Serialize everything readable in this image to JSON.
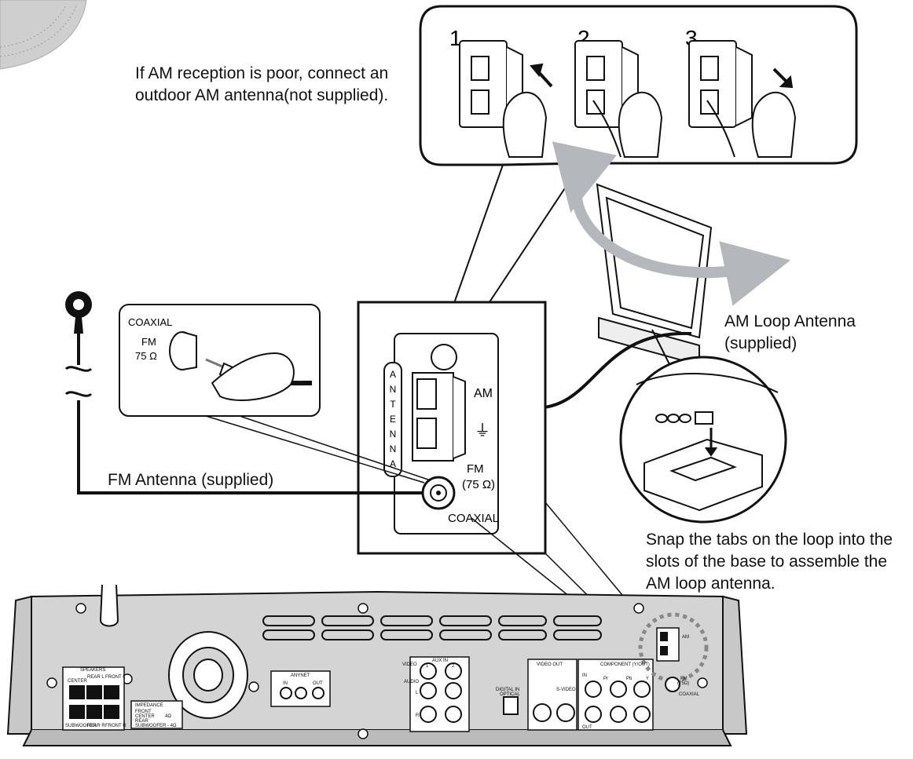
{
  "captions": {
    "am_poor_line1": "If AM reception is poor, connect an",
    "am_poor_line2": "outdoor AM antenna(not supplied).",
    "am_loop_line1": "AM Loop Antenna",
    "am_loop_line2": "(supplied)",
    "fm_antenna": "FM Antenna (supplied)",
    "snap_line1": "Snap the tabs on the loop into the",
    "snap_line2": "slots of the base to assemble the",
    "snap_line3": "AM loop antenna."
  },
  "steps": [
    "1",
    "2",
    "3"
  ],
  "coax_callout": {
    "label": "COAXIAL",
    "fm": "FM",
    "ohm": "75 Ω"
  },
  "antenna_panel": {
    "vertical_label": [
      "A",
      "N",
      "T",
      "E",
      "N",
      "N",
      "A"
    ],
    "am": "AM",
    "ground_symbol": "⏚",
    "fm": "FM",
    "fm_ohm": "(75 Ω)",
    "coaxial": "COAXIAL"
  },
  "rear_panel": {
    "speakers": "SPEAKERS",
    "center": "CENTER",
    "rear_l": "REAR L",
    "front_l": "FRONT L",
    "subwoofer": "SUBWOOFER",
    "rear_r": "REAR R",
    "front_r": "FRONT R",
    "impedance": "IMPEDANCE",
    "imp_front": "FRONT",
    "imp_center": "CENTER",
    "imp_rear": "REAR",
    "imp_val": "4Ω",
    "imp_sub": "SUBWOOFER - 4Ω",
    "anynet": "ANYNET",
    "anynet_in": "IN",
    "anynet_out": "OUT",
    "aux_in": "AUX IN",
    "aux_1": "1",
    "aux_2": "2",
    "video": "VIDEO",
    "audio": "AUDIO",
    "l": "L",
    "r": "R",
    "digital_in": "DIGITAL IN",
    "optical": "OPTICAL",
    "video_out": "VIDEO OUT",
    "s_video": "S-VIDEO",
    "component": "COMPONENT (Y/OUT)",
    "comp_in": "IN",
    "comp_out": "OUT",
    "pr": "Pr",
    "pb": "Pb",
    "y": "Y",
    "mini_am": "AM",
    "mini_fm": "FM",
    "mini_ohm": "(75Ω)",
    "mini_coax": "COAXIAL"
  },
  "colors": {
    "line": "#111111",
    "panel": "#d4d4d4",
    "arrow": "#b4b8bd",
    "disc": "#cccccc"
  }
}
